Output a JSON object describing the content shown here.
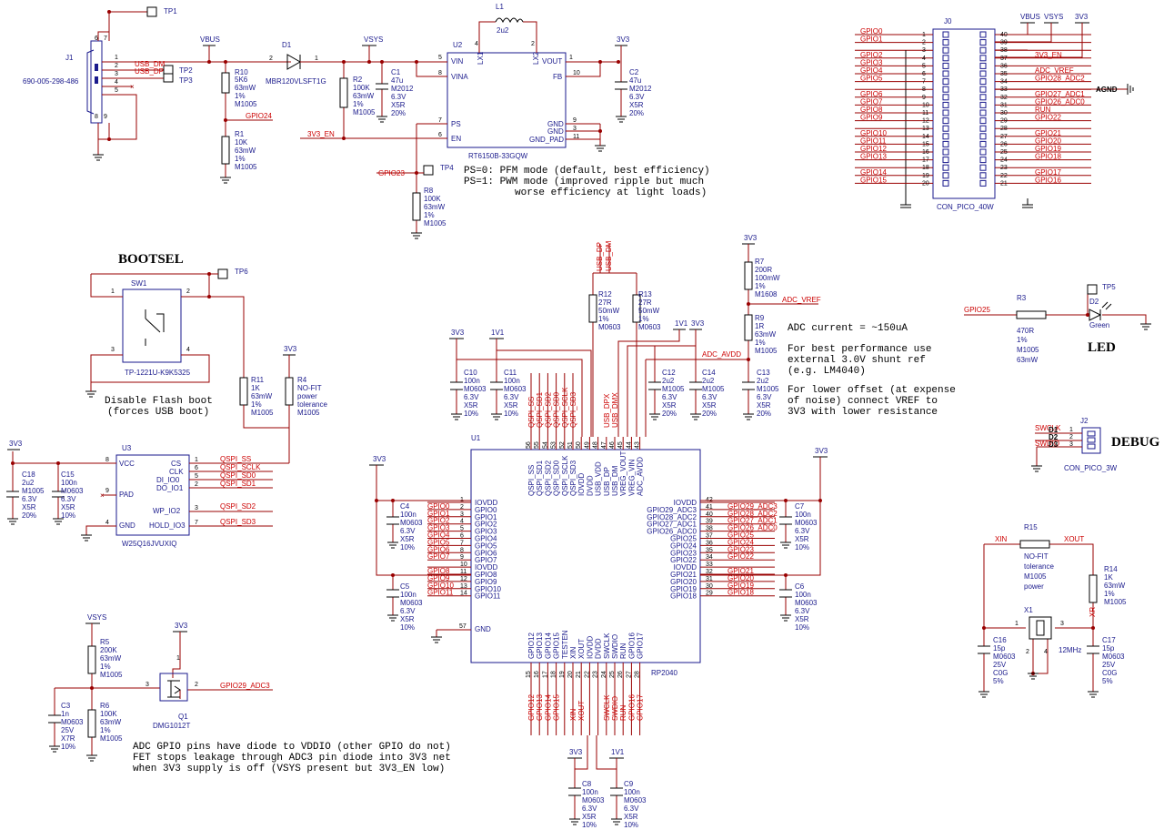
{
  "colors": {
    "wire": "#990000",
    "net_label": "#cc0000",
    "symbol": "#1a1a8c",
    "body": "#000000"
  },
  "headings": {
    "bootsel": "BOOTSEL",
    "led": "LED",
    "debug": "DEBUG"
  },
  "notes": {
    "ps0": "PS=0: PFM mode (default, best efficiency)",
    "ps1a": "PS=1: PWM mode (improved ripple but much",
    "ps1b": "worse efficiency at light loads)",
    "adc1": "ADC current = ~150uA",
    "adc2": "For best performance use",
    "adc3": "external 3.0V shunt ref",
    "adc4": "(e.g. LM4040)",
    "adc5": "For lower offset (at expense",
    "adc6": "of noise) connect VREF to",
    "adc7": "3V3 with lower resistance",
    "flash1": "Disable Flash boot",
    "flash2": "(forces USB boot)",
    "gpio1": "ADC GPIO pins have diode to VDDIO (other GPIO do not)",
    "gpio2": "FET stops leakage through ADC3 pin diode into 3V3 net",
    "gpio3": "when 3V3 supply is off (VSYS present but 3V3_EN low)"
  },
  "power": {
    "vbus": "VBUS",
    "vsys": "VSYS",
    "v3v3": "3V3",
    "v1v1": "1V1",
    "agnd": "AGND"
  },
  "usb": {
    "ref": "J1",
    "part": "690-005-298-486",
    "pins": [
      "1",
      "2",
      "3",
      "4",
      "5",
      "6",
      "7",
      "8",
      "9"
    ],
    "dm": "USB_DM",
    "dp": "USB_DP",
    "tp1": "TP1",
    "tp2": "TP2",
    "tp3": "TP3"
  },
  "diode": {
    "ref": "D1",
    "part": "MBR120VLSFT1G",
    "p1": "2",
    "p2": "1"
  },
  "r10": {
    "ref": "R10",
    "v": "5K6",
    "p": "63mW",
    "t": "1%",
    "f": "M1005"
  },
  "r1": {
    "ref": "R1",
    "v": "10K",
    "p": "63mW",
    "t": "1%",
    "f": "M1005"
  },
  "gpio24": "GPIO24",
  "r2": {
    "ref": "R2",
    "v": "100K",
    "p": "63mW",
    "t": "1%",
    "f": "M1005"
  },
  "c1": {
    "ref": "C1",
    "v": "47u",
    "f": "M2012",
    "vr": "6.3V",
    "d": "X5R",
    "t": "20%"
  },
  "c2": {
    "ref": "C2",
    "v": "47u",
    "f": "M2012",
    "vr": "6.3V",
    "d": "X5R",
    "t": "20%"
  },
  "l1": {
    "ref": "L1",
    "v": "2u2",
    "lx1": "LX1",
    "lx2": "LX2",
    "p4": "4",
    "p2": "2"
  },
  "u2": {
    "ref": "U2",
    "part": "RT6150B-33GQW",
    "vin": "VIN",
    "vina": "VINA",
    "ps": "PS",
    "en": "EN",
    "vout": "VOUT",
    "fb": "FB",
    "gnd1": "GND",
    "gnd2": "GND",
    "gndpad": "GND_PAD",
    "p5": "5",
    "p8": "8",
    "p7": "7",
    "p6": "6",
    "p1": "1",
    "p10": "10",
    "p9": "9",
    "p3": "3",
    "p11": "11"
  },
  "en_net": "3V3_EN",
  "gpio23": "GPIO23",
  "tp4": "TP4",
  "r8": {
    "ref": "R8",
    "v": "100K",
    "p": "63mW",
    "t": "1%",
    "f": "M1005"
  },
  "j0": {
    "ref": "J0",
    "part": "CON_PICO_40W",
    "left_labels": [
      "GPIO0",
      "GPIO1",
      "",
      "GPIO2",
      "GPIO3",
      "GPIO4",
      "GPIO5",
      "",
      "GPIO6",
      "GPIO7",
      "GPIO8",
      "GPIO9",
      "",
      "GPIO10",
      "GPIO11",
      "GPIO12",
      "GPIO13",
      "",
      "GPIO14",
      "GPIO15"
    ],
    "left_pins": [
      "1",
      "2",
      "3",
      "4",
      "5",
      "6",
      "7",
      "8",
      "9",
      "10",
      "11",
      "12",
      "13",
      "14",
      "15",
      "16",
      "17",
      "18",
      "19",
      "20"
    ],
    "right_pins": [
      "40",
      "39",
      "38",
      "37",
      "36",
      "35",
      "34",
      "33",
      "32",
      "31",
      "30",
      "29",
      "28",
      "27",
      "26",
      "25",
      "24",
      "23",
      "22",
      "21"
    ],
    "right_labels": [
      "",
      "",
      "",
      "3V3_EN",
      "",
      "ADC_VREF",
      "GPIO28_ADC2",
      "",
      "GPIO27_ADC1",
      "GPIO26_ADC0",
      "RUN",
      "GPIO22",
      "",
      "GPIO21",
      "GPIO20",
      "GPIO19",
      "GPIO18",
      "",
      "GPIO17",
      "GPIO16"
    ]
  },
  "sw1": {
    "ref": "SW1",
    "part": "TP-1221U-K9K5325",
    "p1": "1",
    "p2": "2",
    "p3": "3",
    "p4": "4",
    "tp": "TP6"
  },
  "r11": {
    "ref": "R11",
    "v": "1K",
    "p": "63mW",
    "t": "1%",
    "f": "M1005"
  },
  "r4": {
    "ref": "R4",
    "v": "NO-FIT",
    "p": "power",
    "t": "tolerance",
    "f": "M1005"
  },
  "u3": {
    "ref": "U3",
    "part": "W25Q16JVUXIQ",
    "vcc": "VCC",
    "pad": "PAD",
    "gnd": "GND",
    "cs": "CS",
    "clk": "CLK",
    "di": "DI_IO0",
    "do": "DO_IO1",
    "wp": "WP_IO2",
    "hold": "HOLD_IO3",
    "pins": [
      "8",
      "9",
      "4",
      "1",
      "6",
      "5",
      "2",
      "3",
      "7"
    ],
    "nets": [
      "QSPI_SS",
      "QSPI_SCLK",
      "QSPI_SD0",
      "QSPI_SD1",
      "QSPI_SD2",
      "QSPI_SD3"
    ]
  },
  "c18": {
    "ref": "C18",
    "v": "2u2",
    "f": "M1005",
    "vr": "6.3V",
    "d": "X5R",
    "t": "20%"
  },
  "c15": {
    "ref": "C15",
    "v": "100n",
    "f": "M0603",
    "vr": "6.3V",
    "d": "X5R",
    "t": "10%"
  },
  "r12": {
    "ref": "R12",
    "v": "27R",
    "p": "50mW",
    "t": "1%",
    "f": "M0603"
  },
  "r13": {
    "ref": "R13",
    "v": "27R",
    "p": "50mW",
    "t": "1%",
    "f": "M0603"
  },
  "r7": {
    "ref": "R7",
    "v": "200R",
    "p": "100mW",
    "t": "1%",
    "f": "M1608"
  },
  "r9": {
    "ref": "R9",
    "v": "1R",
    "p": "63mW",
    "t": "1%",
    "f": "M1005"
  },
  "adc_vref": "ADC_VREF",
  "adc_avdd": "ADC_AVDD",
  "c10": {
    "ref": "C10",
    "v": "100n",
    "f": "M0603",
    "vr": "6.3V",
    "d": "X5R",
    "t": "10%"
  },
  "c11": {
    "ref": "C11",
    "v": "100n",
    "f": "M0603",
    "vr": "6.3V",
    "d": "X5R",
    "t": "10%"
  },
  "c12": {
    "ref": "C12",
    "v": "2u2",
    "f": "M1005",
    "vr": "6.3V",
    "d": "X5R",
    "t": "20%"
  },
  "c14": {
    "ref": "C14",
    "v": "2u2",
    "f": "M1005",
    "vr": "6.3V",
    "d": "X5R",
    "t": "20%"
  },
  "c13": {
    "ref": "C13",
    "v": "2u2",
    "f": "M1005",
    "vr": "6.3V",
    "d": "X5R",
    "t": "20%"
  },
  "u1": {
    "ref": "U1",
    "part": "RP2040",
    "top_names": [
      "QSPI_SS",
      "QSPI_SD1",
      "QSPI_SD2",
      "QSPI_SD0",
      "QSPI_SCLK",
      "QSPI_SD3",
      "IOVDD",
      "DVDD",
      "USB_VDD",
      "USB_DP",
      "USB_DM",
      "VREG_VOUT",
      "VREG_VIN",
      "ADC_AVDD"
    ],
    "top_pins": [
      "56",
      "55",
      "54",
      "53",
      "52",
      "51",
      "50",
      "49",
      "48",
      "47",
      "46",
      "45",
      "44",
      "43"
    ],
    "top_nets": [
      "QSPI_SS",
      "QSPI_SD1",
      "QSPI_SD2",
      "QSPI_SD0",
      "QSPI_SCLK",
      "QSPI_SD3",
      "",
      "",
      "",
      "USB_DPX",
      "USB_DMX",
      "",
      "",
      ""
    ],
    "left_names": [
      "IOVDD",
      "GPIO0",
      "GPIO1",
      "GPIO2",
      "GPIO3",
      "GPIO4",
      "GPIO5",
      "GPIO6",
      "GPIO7",
      "IOVDD",
      "GPIO8",
      "GPIO9",
      "GPIO10",
      "GPIO11"
    ],
    "left_pins": [
      "1",
      "2",
      "3",
      "4",
      "5",
      "6",
      "7",
      "8",
      "9",
      "10",
      "11",
      "12",
      "13",
      "14"
    ],
    "left_nets": [
      "",
      "GPIO0",
      "GPIO1",
      "GPIO2",
      "GPIO3",
      "GPIO4",
      "GPIO5",
      "GPIO6",
      "GPIO7",
      "",
      "GPIO8",
      "GPIO9",
      "GPIO10",
      "GPIO11"
    ],
    "gnd_name": "GND",
    "gnd_pin": "57",
    "right_names": [
      "IOVDD",
      "GPIO29_ADC3",
      "GPIO28_ADC2",
      "GPIO27_ADC1",
      "GPIO26_ADC0",
      "GPIO25",
      "GPIO24",
      "GPIO23",
      "GPIO22",
      "IOVDD",
      "GPIO21",
      "GPIO20",
      "GPIO19",
      "GPIO18"
    ],
    "right_pins": [
      "42",
      "41",
      "40",
      "39",
      "38",
      "37",
      "36",
      "35",
      "34",
      "33",
      "32",
      "31",
      "30",
      "29"
    ],
    "right_nets": [
      "",
      "GPIO29_ADC3",
      "GPIO28_ADC2",
      "GPIO27_ADC1",
      "GPIO26_ADC0",
      "GPIO25",
      "GPIO24",
      "GPIO23",
      "GPIO22",
      "",
      "GPIO21",
      "GPIO20",
      "GPIO19",
      "GPIO18"
    ],
    "bot_names": [
      "GPIO12",
      "GPIO13",
      "GPIO14",
      "GPIO15",
      "TESTEN",
      "XIN",
      "XOUT",
      "IOVDD",
      "DVDD",
      "SWCLK",
      "SWDIO",
      "RUN",
      "GPIO16",
      "GPIO17"
    ],
    "bot_pins": [
      "15",
      "16",
      "17",
      "18",
      "19",
      "20",
      "21",
      "22",
      "23",
      "24",
      "25",
      "26",
      "27",
      "28"
    ],
    "bot_nets": [
      "GPIO12",
      "GPIO13",
      "GPIO14",
      "GPIO15",
      "",
      "XIN",
      "XOUT",
      "",
      "",
      "SWCLK",
      "SWDIO",
      "RUN",
      "GPIO16",
      "GPIO17"
    ]
  },
  "c4": {
    "ref": "C4",
    "v": "100n",
    "f": "M0603",
    "vr": "6.3V",
    "d": "X5R",
    "t": "10%"
  },
  "c5": {
    "ref": "C5",
    "v": "100n",
    "f": "M0603",
    "vr": "6.3V",
    "d": "X5R",
    "t": "10%"
  },
  "c7": {
    "ref": "C7",
    "v": "100n",
    "f": "M0603",
    "vr": "6.3V",
    "d": "X5R",
    "t": "10%"
  },
  "c6": {
    "ref": "C6",
    "v": "100n",
    "f": "M0603",
    "vr": "6.3V",
    "d": "X5R",
    "t": "10%"
  },
  "c8": {
    "ref": "C8",
    "v": "100n",
    "f": "M0603",
    "vr": "6.3V",
    "d": "X5R",
    "t": "10%"
  },
  "c9": {
    "ref": "C9",
    "v": "100n",
    "f": "M0603",
    "vr": "6.3V",
    "d": "X5R",
    "t": "10%"
  },
  "r3": {
    "ref": "R3",
    "v": "470R",
    "t": "1%",
    "f": "M1005",
    "p": "63mW"
  },
  "d2": {
    "ref": "D2",
    "v": "Green",
    "tp": "TP5",
    "net": "GPIO25"
  },
  "j2": {
    "ref": "J2",
    "part": "CON_PICO_3W",
    "d1": "D1",
    "d2": "D2",
    "d3": "D3",
    "p1": "1",
    "p2": "2",
    "p3": "3",
    "swclk": "SWCLK",
    "swdio": "SWDIO"
  },
  "r15": {
    "ref": "R15",
    "v": "NO-FIT",
    "t": "tolerance",
    "f": "M1005",
    "p": "power",
    "xin": "XIN",
    "xout": "XOUT"
  },
  "r14": {
    "ref": "R14",
    "v": "1K",
    "p": "63mW",
    "t": "1%",
    "f": "M1005",
    "xr": "XR"
  },
  "x1": {
    "ref": "X1",
    "v": "12MHz",
    "p1": "1",
    "p2": "2",
    "p3": "3",
    "p4": "4"
  },
  "c16": {
    "ref": "C16",
    "v": "15p",
    "f": "M0603",
    "vr": "25V",
    "d": "C0G",
    "t": "5%"
  },
  "c17": {
    "ref": "C17",
    "v": "15p",
    "f": "M0603",
    "vr": "25V",
    "d": "C0G",
    "t": "5%"
  },
  "r5": {
    "ref": "R5",
    "v": "200K",
    "p": "63mW",
    "t": "1%",
    "f": "M1005"
  },
  "r6": {
    "ref": "R6",
    "v": "100K",
    "p": "63mW",
    "t": "1%",
    "f": "M1005"
  },
  "c3": {
    "ref": "C3",
    "v": "1n",
    "f": "M0603",
    "vr": "25V",
    "d": "X7R",
    "t": "10%"
  },
  "q1": {
    "ref": "Q1",
    "part": "DMG1012T",
    "p1": "1",
    "p2": "2",
    "p3": "3",
    "net": "GPIO29_ADC3"
  }
}
